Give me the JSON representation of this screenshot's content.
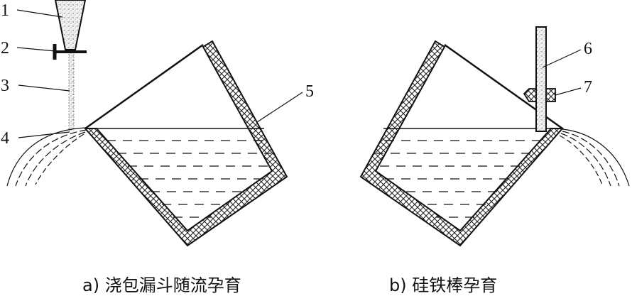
{
  "figure": {
    "callouts": [
      "1",
      "2",
      "3",
      "4",
      "5",
      "6",
      "7"
    ],
    "captions": {
      "a": "a) 浇包漏斗随流孕育",
      "b": "b) 硅铁棒孕育"
    },
    "colors": {
      "ink": "#111111",
      "background": "#ffffff"
    }
  }
}
